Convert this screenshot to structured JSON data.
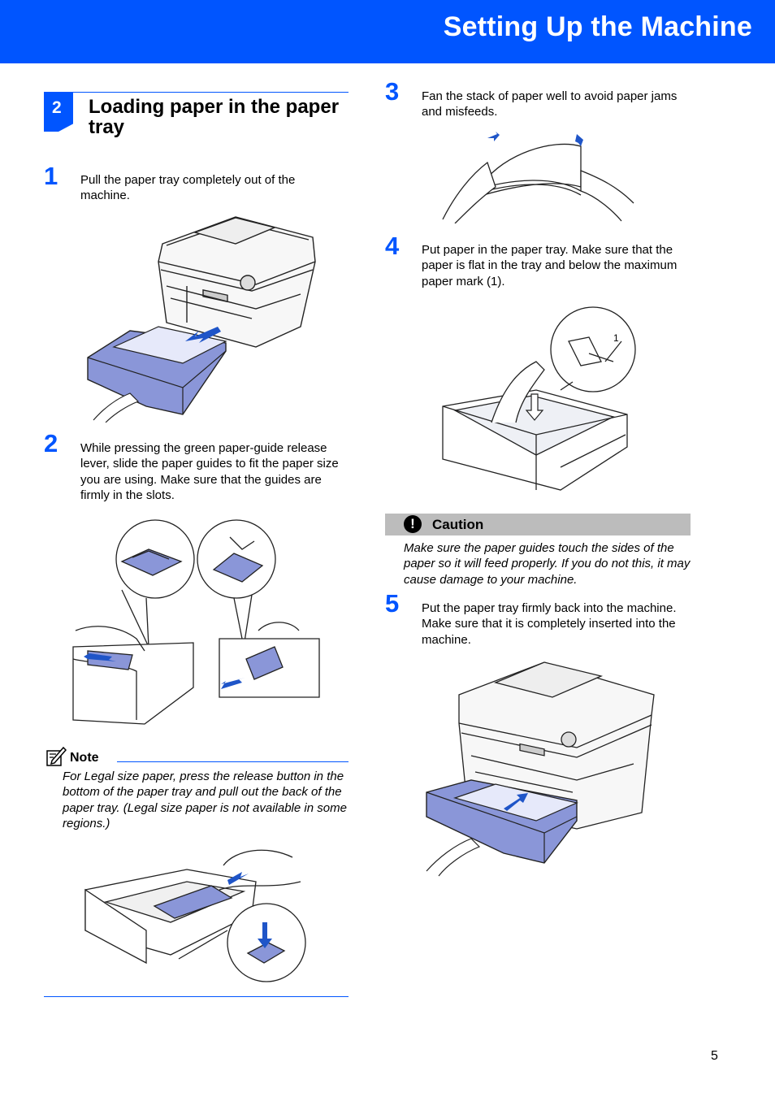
{
  "header": {
    "title": "Setting Up the Machine",
    "color": "#0055ff"
  },
  "section": {
    "number": "2",
    "title": "Loading paper in the paper tray"
  },
  "steps": [
    {
      "number": "1",
      "text": "Pull the paper tray completely out of the machine."
    },
    {
      "number": "2",
      "text": "While pressing the green paper-guide release lever, slide the paper guides to fit the paper size you are using. Make sure that the guides are firmly in the slots."
    },
    {
      "number": "3",
      "text": "Fan the stack of paper well to avoid paper jams and misfeeds."
    },
    {
      "number": "4",
      "text": "Put paper in the paper tray. Make sure that the paper is flat in the tray and below the maximum paper mark (1)."
    },
    {
      "number": "5",
      "text": "Put the paper tray firmly back into the machine. Make sure that it is completely inserted into the machine."
    }
  ],
  "note": {
    "label": "Note",
    "text": "For Legal size paper, press the release button in the bottom of the paper tray and pull out the back of the paper tray. (Legal size paper is not available in some regions.)",
    "icon": "note-pencil-icon"
  },
  "caution": {
    "label": "Caution",
    "icon_glyph": "!",
    "text": "Make sure the paper guides touch the sides of the paper so it will feed properly. If you do not this, it may cause damage to your machine."
  },
  "figure_callout": "1",
  "page_number": "5"
}
